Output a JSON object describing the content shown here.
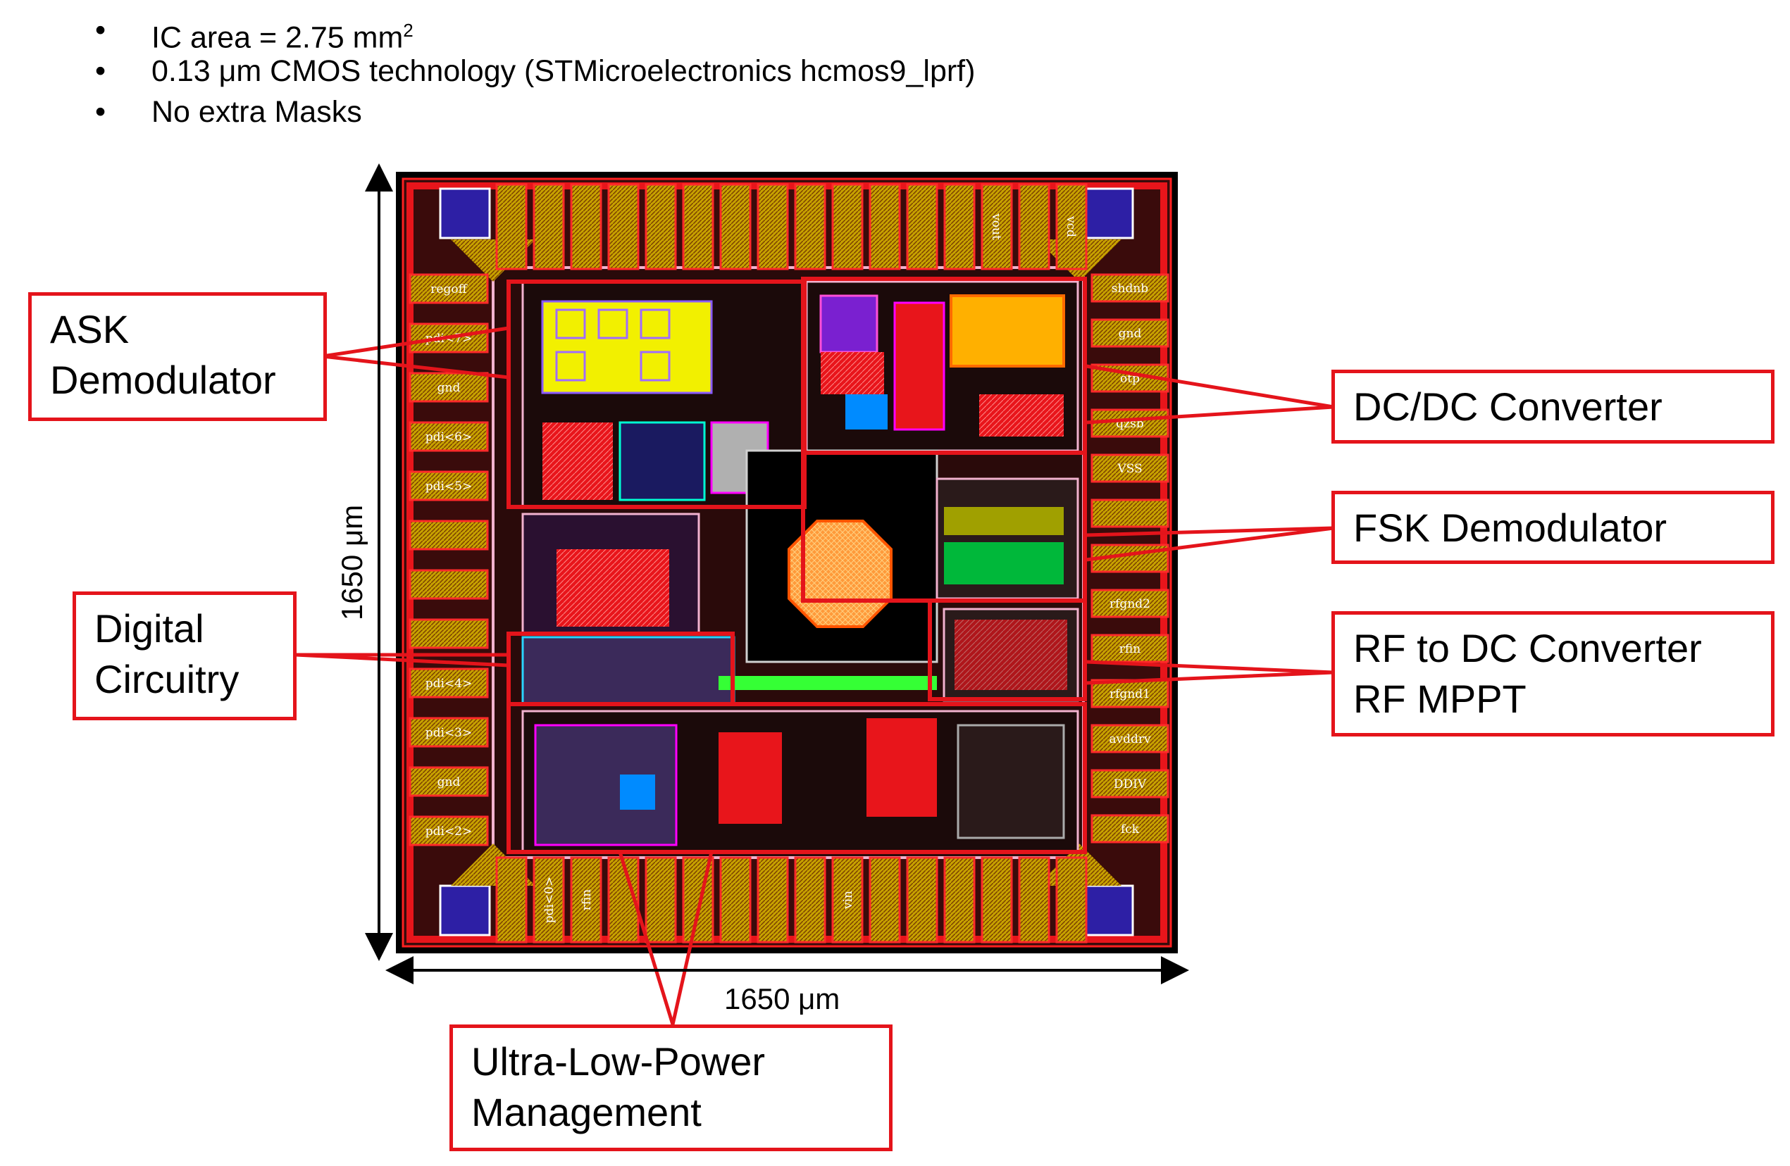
{
  "bullets": [
    {
      "text": "IC area = 2.75 mm",
      "sup": "2"
    },
    {
      "text": "0.13 μm CMOS technology (STMicroelectronics hcmos9_lprf)",
      "sup": ""
    },
    {
      "text": "No extra Masks",
      "sup": ""
    }
  ],
  "bullet_char": "•",
  "dimensions": {
    "vertical": "1650 μm",
    "horizontal": "1650 μm"
  },
  "callouts": {
    "ask": [
      "ASK",
      "Demodulator"
    ],
    "digital": [
      "Digital",
      "Circuitry"
    ],
    "dcdc": [
      "DC/DC Converter"
    ],
    "fsk": [
      "FSK Demodulator"
    ],
    "rf": [
      "RF to DC Converter",
      "RF MPPT"
    ],
    "ulp": [
      "Ultra-Low-Power",
      "Management"
    ]
  },
  "pads": {
    "top": [
      "",
      "",
      "",
      "",
      "",
      "",
      "",
      "",
      "",
      "",
      "",
      "",
      "",
      "vout",
      "",
      "vcd"
    ],
    "bottom": [
      "",
      "pdi<0>",
      "rfin",
      "",
      "",
      "",
      "",
      "",
      "",
      "vin",
      "",
      "",
      "",
      "",
      "",
      ""
    ],
    "left": [
      "regoff",
      "pdi<7>",
      "gnd",
      "pdi<6>",
      "pdi<5>",
      "",
      "",
      "",
      "pdi<4>",
      "pdi<3>",
      "gnd",
      "pdi<2>"
    ],
    "right": [
      "shdnb",
      "gnd",
      "otp",
      "qzsb",
      "VSS",
      "",
      "",
      "rfgnd2",
      "rfin",
      "rfgnd1",
      "avddrv",
      "DDIV",
      "fck"
    ]
  },
  "colors": {
    "callout": "#e4141b",
    "die": "#3a0b0b",
    "pad": "#b99a00",
    "metal_red": "#e8151b",
    "metal_yellow": "#f2f000",
    "metal_pink": "#f2b2cf"
  }
}
